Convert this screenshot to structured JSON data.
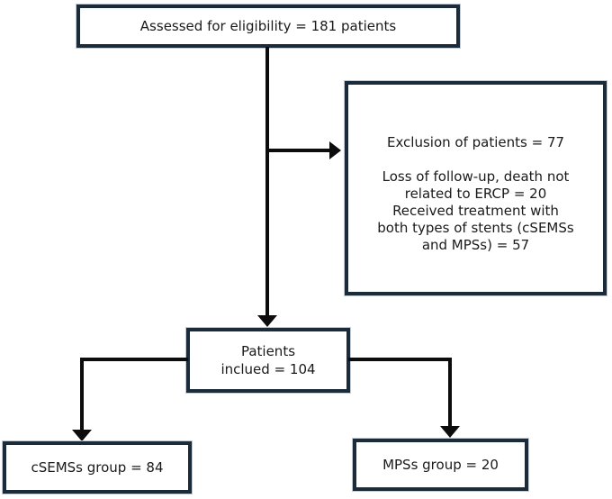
{
  "colors": {
    "box_border": "#1c2b3a",
    "connector": "#0c0c0c",
    "background": "#ffffff",
    "text": "#1a1a1a"
  },
  "boxes": {
    "eligibility": {
      "label": "Assessed for eligibility = 181 patients"
    },
    "exclusion": {
      "lines": [
        "Exclusion of patients = 77",
        "",
        "Loss of follow-up, death not",
        "related to ERCP = 20",
        "Received treatment with",
        "both types of stents (cSEMSs",
        "and MPSs) = 57"
      ]
    },
    "included": {
      "lines": [
        "Patients",
        "inclued = 104"
      ]
    },
    "csemss": {
      "label": "cSEMSs group = 84"
    },
    "mpss": {
      "label": "MPSs group = 20"
    }
  }
}
